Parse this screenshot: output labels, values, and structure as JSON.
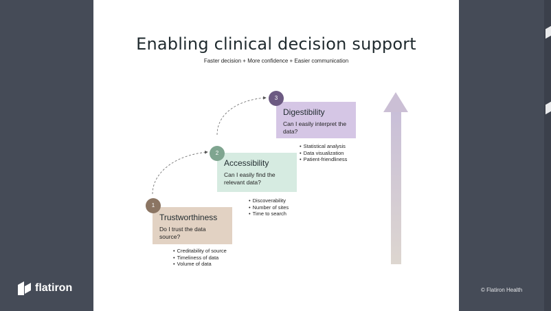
{
  "slide": {
    "title": "Enabling clinical decision support",
    "subtitle": "Faster decision  +  More confidence  +  Easier communication"
  },
  "steps": [
    {
      "number": "1",
      "name": "Trustworthiness",
      "question": "Do I trust the data source?",
      "bullets": [
        "Creditability of source",
        "Timeliness of data",
        "Volume of data"
      ],
      "color": "#e2d2c3",
      "badge_color": "#8b7563"
    },
    {
      "number": "2",
      "name": "Accessibility",
      "question": "Can I easily find the relevant data?",
      "bullets": [
        "Discoverability",
        "Number of sites",
        "Time to search"
      ],
      "color": "#d6ebe1",
      "badge_color": "#7fa590"
    },
    {
      "number": "3",
      "name": "Digestibility",
      "question": "Can I easily interpret the data?",
      "bullets": [
        "Statistical analysis",
        "Data visualization",
        "Patient-friendliness"
      ],
      "color": "#d5c6e5",
      "badge_color": "#6c5a82"
    }
  ],
  "footer": {
    "brand": "flatiron",
    "copyright": "© Flatiron Health"
  },
  "icons": {
    "brand_logo": "flatiron-logo-icon",
    "arrow": "up-arrow-icon"
  }
}
